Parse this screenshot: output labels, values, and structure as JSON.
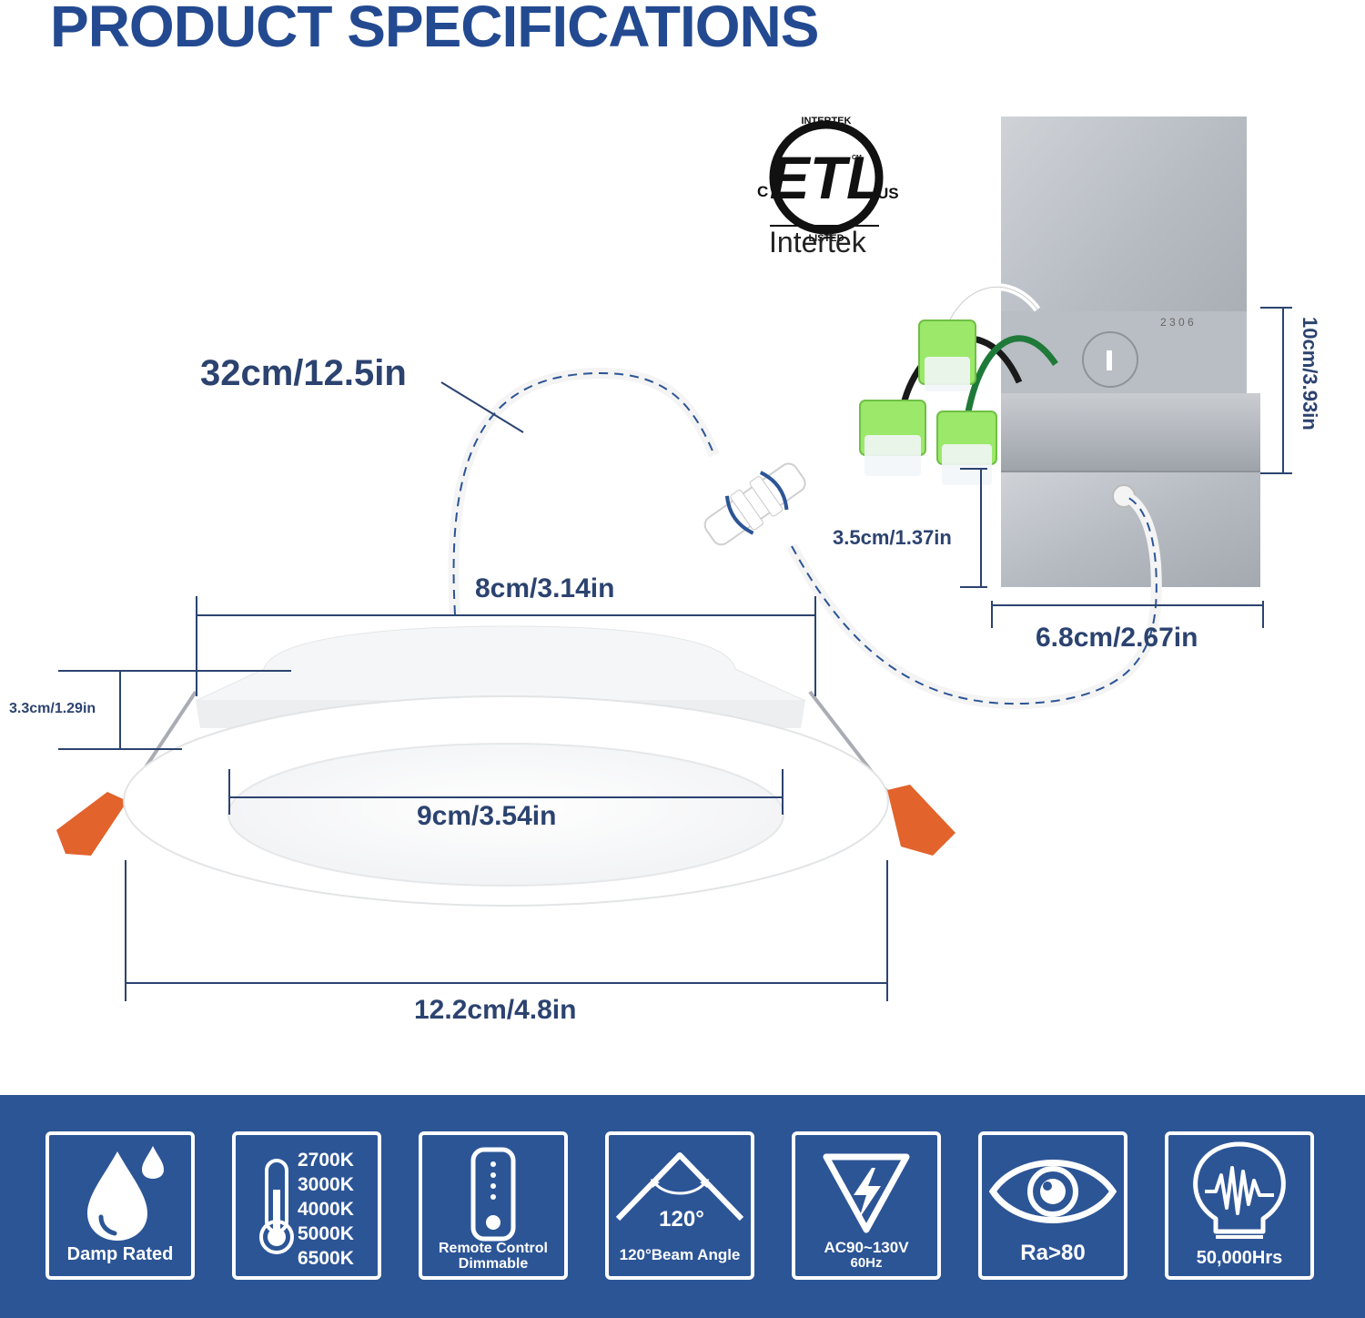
{
  "header": {
    "title": "PRODUCT SPECIFICATIONS"
  },
  "certification": {
    "mark": "ETL",
    "top_text": "INTERTEK",
    "bottom_text": "LISTED",
    "left": "C",
    "right": "US",
    "small": "CM",
    "brand": "Intertek"
  },
  "junction_box": {
    "stamp": "2 3 0 6"
  },
  "dimensions": {
    "cable": "32cm/12.5in",
    "body_width": "8cm/3.14in",
    "height": "3.3cm/1.29in",
    "lens": "9cm/3.54in",
    "trim": "12.2cm/4.8in",
    "box_height": "10cm/3.93in",
    "box_depth": "3.5cm/1.37in",
    "box_width": "6.8cm/2.67in"
  },
  "features": [
    {
      "icon": "water-drops-icon",
      "label": "Damp Rated"
    },
    {
      "icon": "thermometer-icon",
      "lines": [
        "2700K",
        "3000K",
        "4000K",
        "5000K",
        "6500K"
      ]
    },
    {
      "icon": "remote-control-icon",
      "label1": "Remote Control",
      "label2": "Dimmable"
    },
    {
      "icon": "beam-angle-icon",
      "angle": "120°",
      "label": "120°Beam Angle"
    },
    {
      "icon": "high-voltage-icon",
      "label1": "AC90~130V",
      "label2": "60Hz"
    },
    {
      "icon": "eye-icon",
      "label": "Ra>80"
    },
    {
      "icon": "light-bulb-icon",
      "label": "50,000Hrs"
    }
  ],
  "colors": {
    "brand_blue": "#234a91",
    "band": "#2c5596",
    "dim_line": "#2c4370",
    "clip_orange": "#e2632c",
    "connector_green": "#9be86a"
  }
}
